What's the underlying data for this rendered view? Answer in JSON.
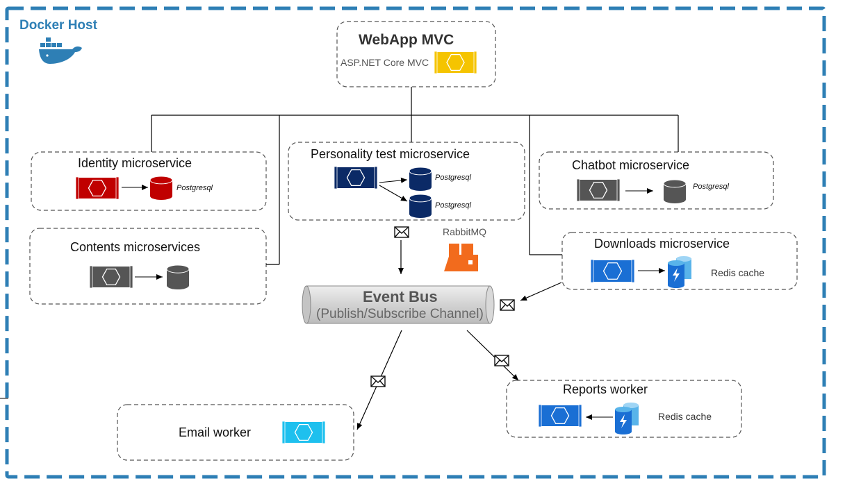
{
  "host": {
    "label": "Docker Host",
    "icon": "docker-whale-icon"
  },
  "webapp": {
    "title": "WebApp MVC",
    "subtitle": "ASP.NET Core MVC",
    "color": "#f5c400"
  },
  "services": {
    "identity": {
      "title": "Identity microservice",
      "db_label": "Postgresql",
      "color": "#c00000"
    },
    "personality": {
      "title": "Personality test microservice",
      "db_label_1": "Postgresql",
      "db_label_2": "Postgresql",
      "color": "#0b2a66"
    },
    "chatbot": {
      "title": "Chatbot microservice",
      "db_label": "Postgresql",
      "color": "#555555"
    },
    "contents": {
      "title": "Contents microservices",
      "color": "#555555"
    },
    "downloads": {
      "title": "Downloads microservice",
      "cache_label": "Redis cache",
      "color": "#1a6fd4"
    },
    "reports": {
      "title": "Reports worker",
      "cache_label": "Redis cache",
      "color": "#1a6fd4"
    },
    "email": {
      "title": "Email worker",
      "color": "#1ec0ee"
    }
  },
  "rabbitmq": {
    "label": "RabbitMQ",
    "color": "#f26b1d"
  },
  "event_bus": {
    "title": "Event Bus",
    "subtitle": "(Publish/Subscribe Channel)"
  },
  "colors": {
    "host_border": "#2e7fb5",
    "dashed_box": "#555555",
    "line": "#000000"
  }
}
